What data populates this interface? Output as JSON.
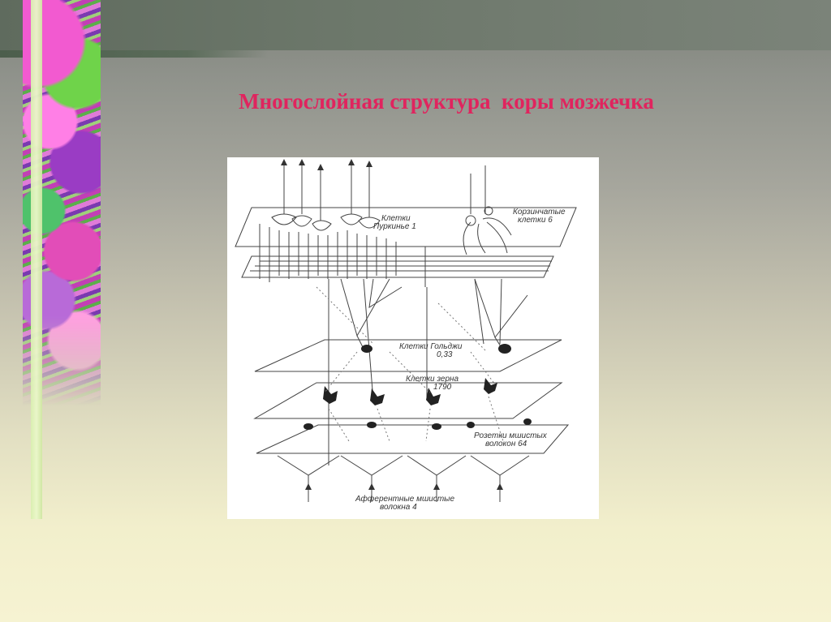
{
  "slide": {
    "title": "Многослойная структура  коры мозжечка"
  },
  "figure": {
    "labels": {
      "purkinje_line1": "Клетки",
      "purkinje_line2": "Пуркинье 1",
      "basket_line1": "Корзинчатые",
      "basket_line2": "клетки 6",
      "golgi_line1": "Клетки Гольджи",
      "golgi_line2": "0,33",
      "granule_line1": "Клетки зерна",
      "granule_line2": "1790",
      "rosette_line1": "Розетки мшистых",
      "rosette_line2": "волокон 64",
      "afferent_line1": "Афферентные мшистые",
      "afferent_line2": "волокна 4"
    }
  },
  "colors": {
    "title": "#e0245e",
    "background_top": "#7d8179",
    "background_bottom": "#f6f3d2",
    "figure_bg": "#ffffff",
    "ink": "#333333"
  }
}
